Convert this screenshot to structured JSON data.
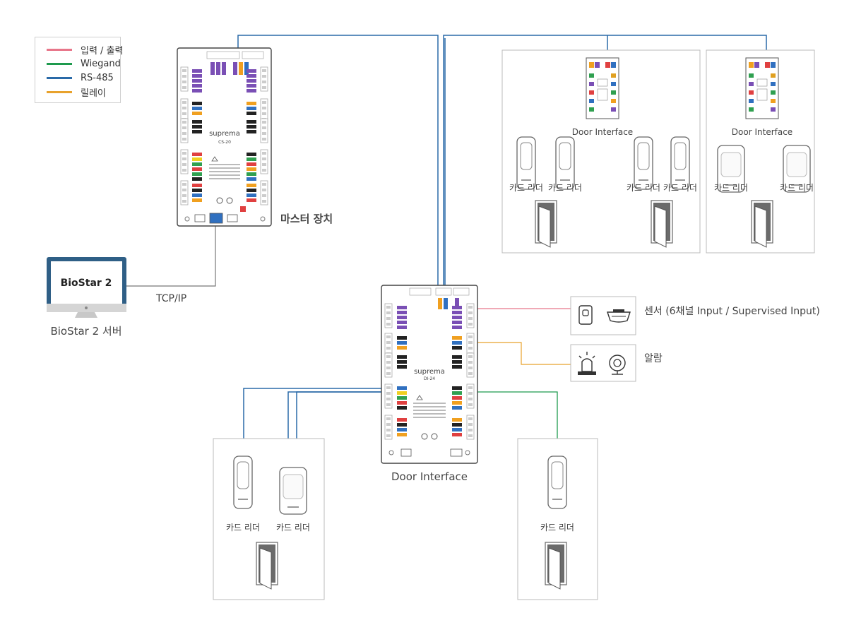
{
  "legend": [
    {
      "label": "입력 / 출력",
      "color": "#e8768a"
    },
    {
      "label": "Wiegand",
      "color": "#1e9a4e"
    },
    {
      "label": "RS-485",
      "color": "#2a6aa8"
    },
    {
      "label": "릴레이",
      "color": "#e8a22c"
    }
  ],
  "server": {
    "screen_text": "BioStar 2",
    "label": "BioStar 2 서버"
  },
  "connection": {
    "tcp_label": "TCP/IP"
  },
  "master": {
    "brand": "suprema",
    "model": "CS-20",
    "label": "마스터 장치"
  },
  "door_interface": {
    "brand": "suprema",
    "model": "DI-24",
    "label": "Door Interface"
  },
  "remote_interfaces": {
    "label": "Door Interface"
  },
  "card_reader_label": "카드 리더",
  "sensor": {
    "label": "센서 (6채널 Input / Supervised Input)"
  },
  "alarm": {
    "label": "알람"
  },
  "colors": {
    "rs485": "#2a6aa8",
    "wiegand": "#1e9a4e",
    "io": "#e8768a",
    "relay": "#e8a22c",
    "ethernet": "#777777"
  }
}
